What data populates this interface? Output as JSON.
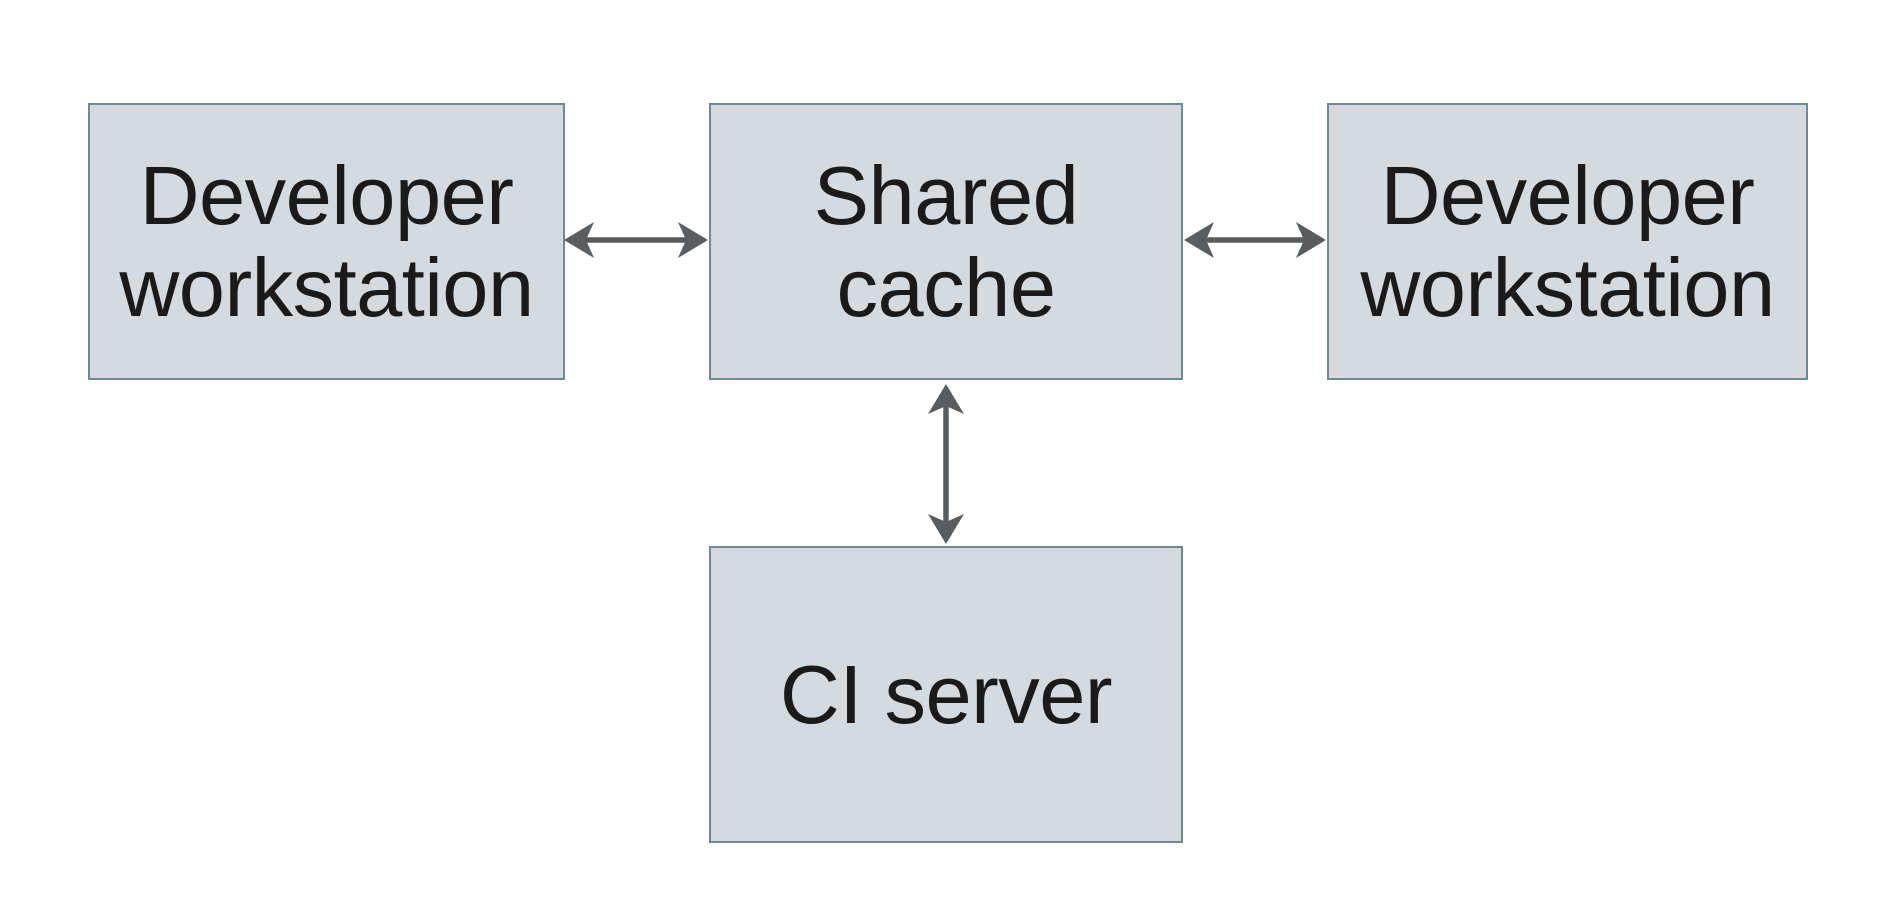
{
  "diagram": {
    "type": "architecture-diagram",
    "nodes": [
      {
        "id": "developer-workstation-left",
        "label": "Developer\nworkstation"
      },
      {
        "id": "shared-cache",
        "label": "Shared\ncache"
      },
      {
        "id": "developer-workstation-right",
        "label": "Developer\nworkstation"
      },
      {
        "id": "ci-server",
        "label": "CI server"
      }
    ],
    "edges": [
      {
        "from": "developer-workstation-left",
        "to": "shared-cache",
        "direction": "bidirectional",
        "orientation": "horizontal"
      },
      {
        "from": "shared-cache",
        "to": "developer-workstation-right",
        "direction": "bidirectional",
        "orientation": "horizontal"
      },
      {
        "from": "shared-cache",
        "to": "ci-server",
        "direction": "bidirectional",
        "orientation": "vertical"
      }
    ],
    "colors": {
      "background": "#ffffff",
      "node_fill": "#d4dadd",
      "node_border": "#6f8995",
      "arrow": "#595d5f",
      "text": "#1a1a1a"
    }
  }
}
